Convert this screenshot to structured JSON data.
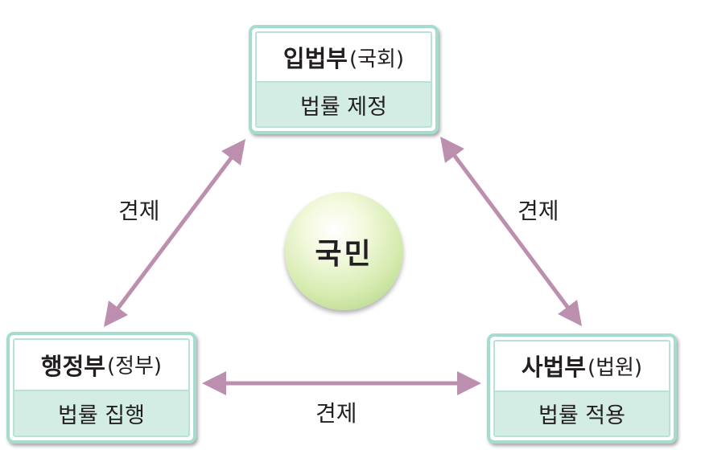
{
  "branches": {
    "legislative": {
      "title": "입법부",
      "sub": "(국회)",
      "role": "법률 제정"
    },
    "executive": {
      "title": "행정부",
      "sub": "(정부)",
      "role": "법률 집행"
    },
    "judicial": {
      "title": "사법부",
      "sub": "(법원)",
      "role": "법률 적용"
    }
  },
  "center": {
    "label": "국민"
  },
  "checks": {
    "left": "견제",
    "right": "견제",
    "bottom": "견제"
  },
  "colors": {
    "box_border": "#a5dccf",
    "box_fill": "#d3ede5",
    "arrow": "#bc8fae",
    "circle": "#d6ebb0"
  }
}
